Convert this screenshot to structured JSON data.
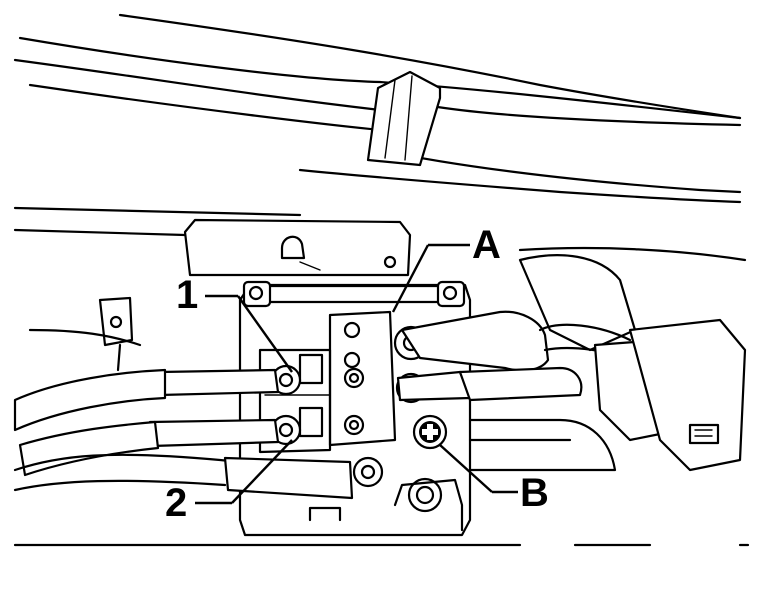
{
  "diagram": {
    "callouts": {
      "A": "A",
      "B": "B",
      "one": "1",
      "two": "2"
    },
    "icons": {
      "positive_terminal": "plus-terminal-icon"
    }
  }
}
